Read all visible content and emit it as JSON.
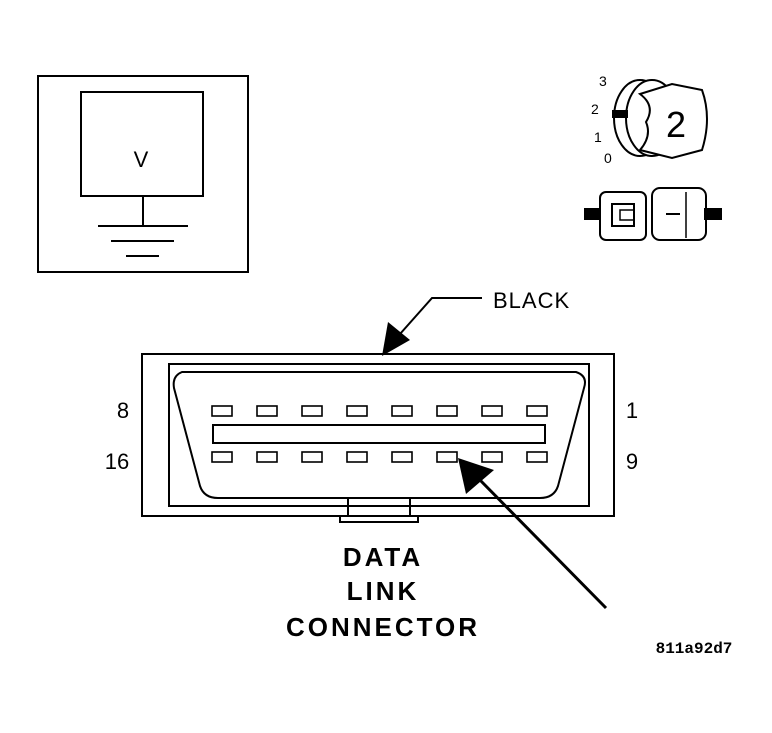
{
  "voltmeter": {
    "symbol": "V"
  },
  "ignition": {
    "positions": [
      "3",
      "2",
      "1",
      "0"
    ],
    "key_number": "2"
  },
  "wire_label": "BLACK",
  "pin_labels": {
    "top_left": "8",
    "bottom_left": "16",
    "top_right": "1",
    "bottom_right": "9"
  },
  "title_lines": [
    "DATA",
    "LINK",
    "CONNECTOR"
  ],
  "figure_code": "811a92d7"
}
